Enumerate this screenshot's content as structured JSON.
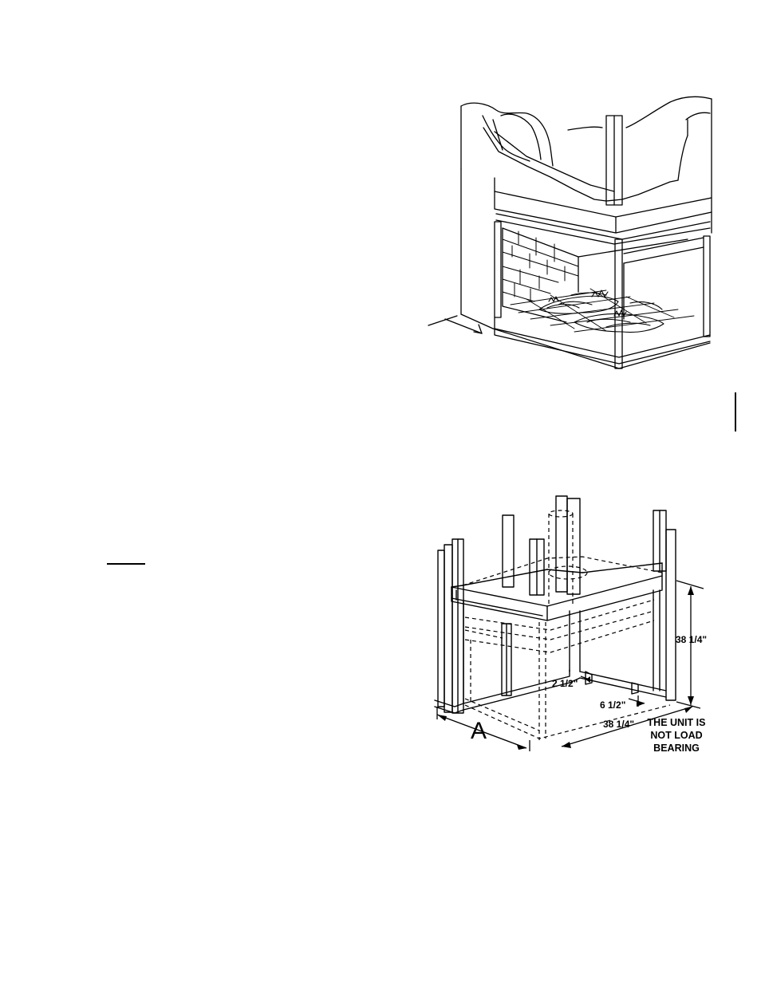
{
  "figure_top": {
    "description_icon": "fireplace-installed-in-framing-icon"
  },
  "figure_bottom": {
    "dim_height": "38 1/4\"",
    "dim_offset_small": "2 1/2\"",
    "dim_offset_medium": "6 1/2\"",
    "dim_width": "38 1/4\"",
    "dim_letter": "A",
    "note_line1": "THE UNIT IS",
    "note_line2": "NOT LOAD",
    "note_line3": "BEARING"
  }
}
